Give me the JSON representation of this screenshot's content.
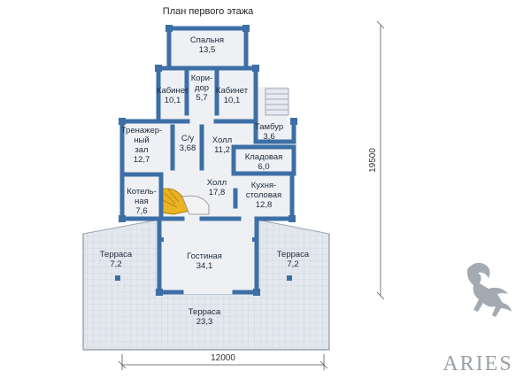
{
  "title": "План первого этажа",
  "dimensions": {
    "width": "12000",
    "height": "19500"
  },
  "brand": "ARIES",
  "rooms": [
    {
      "name": "Спальня",
      "area": "13,5"
    },
    {
      "name": "Кори-\nдор",
      "area": "5,7"
    },
    {
      "name": "Кабинет",
      "area": "10,1"
    },
    {
      "name": "Кабинет",
      "area": "10,1"
    },
    {
      "name": "Тамбур",
      "area": "3,6"
    },
    {
      "name": "Тренажер-\nный\nзал",
      "area": "12,7"
    },
    {
      "name": "С/у",
      "area": "3,68"
    },
    {
      "name": "Холл",
      "area": "11,2"
    },
    {
      "name": "Кладовая",
      "area": "6,0"
    },
    {
      "name": "Холл",
      "area": "17,8"
    },
    {
      "name": "Кухня-\nстоловая",
      "area": "12,8"
    },
    {
      "name": "Котель-\nная",
      "area": "7,6"
    },
    {
      "name": "Терраса",
      "area": "7,2"
    },
    {
      "name": "Гостиная",
      "area": "34,1"
    },
    {
      "name": "Терраса",
      "area": "7,2"
    },
    {
      "name": "Терраса",
      "area": "23,3"
    }
  ],
  "colors": {
    "wall": "#3d6fa6",
    "floor": "#eef0f4",
    "terrace": "#dfe3ea",
    "stairs": "#e9b321"
  }
}
